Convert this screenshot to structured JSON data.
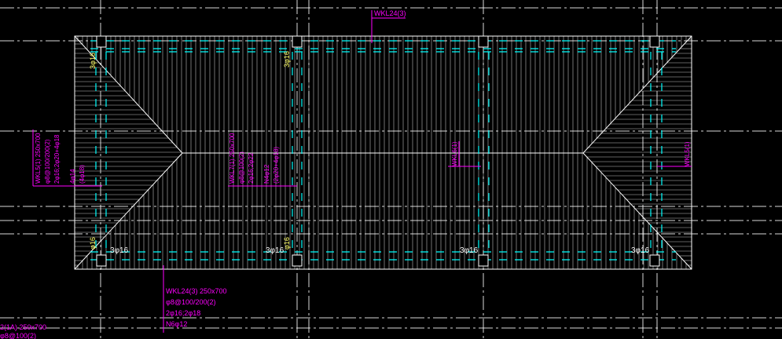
{
  "colors": {
    "background": "#000000",
    "roof_lines": "#ffffff",
    "beam_dashes": "#00ffff",
    "annotation": "#ff00ff",
    "rebar_label": "#ffff66",
    "grid_lines": "#ffffff"
  },
  "labels": {
    "top_beam": "WKL24(3)",
    "bottom_beam": [
      "WKL24(3) 250x700",
      "φ8@100/200(2)",
      "2φ16;2φ18",
      "N6φ12"
    ],
    "left_beam": [
      "WKL5(1) 250x700",
      "φ8@100/200(2)",
      "2φ16;2φ20+4φ18"
    ],
    "left_beam_extra": [
      "4φ14",
      "(4φ18)"
    ],
    "center_beam": [
      "WKL7(1) 250x700",
      "φ8@100(2)",
      "2φ16;2φ22"
    ],
    "center_beam_extra": [
      "N4φ12",
      "(2φ20+4φ18)"
    ],
    "mid_beam": "WKL6(1)",
    "right_beam": "WKL5(1)",
    "corner_beam": [
      "2(1A) 250x700",
      "φ8@100(2)"
    ],
    "rebar_3phi16": "3φ16",
    "rebar_phi16": "φ16"
  }
}
